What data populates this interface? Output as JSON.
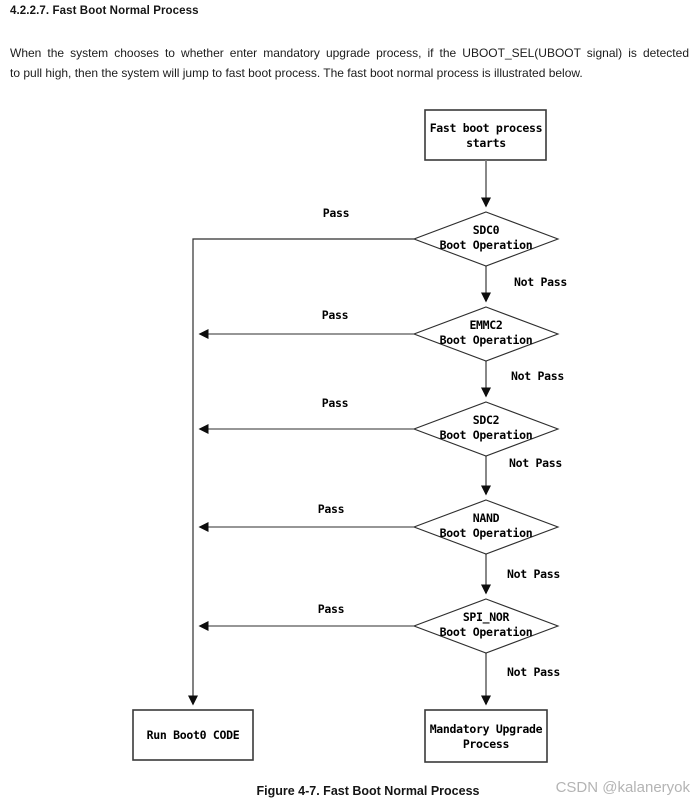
{
  "page": {
    "heading": "4.2.2.7. Fast Boot Normal Process",
    "body_line1": "When the system chooses to whether enter mandatory upgrade process, if the UBOOT_SEL(UBOOT signal) is detected",
    "body_line2": "to pull high, then the system will jump to fast boot process. The fast boot normal process is illustrated below.",
    "caption": "Figure 4-7. Fast Boot Normal Process",
    "watermark": "CSDN @kalaneryok"
  },
  "flowchart": {
    "start": {
      "line1": "Fast boot process",
      "line2": "starts"
    },
    "decisions": [
      {
        "line1": "SDC0",
        "line2": "Boot Operation"
      },
      {
        "line1": "EMMC2",
        "line2": "Boot Operation"
      },
      {
        "line1": "SDC2",
        "line2": "Boot Operation"
      },
      {
        "line1": "NAND",
        "line2": "Boot Operation"
      },
      {
        "line1": "SPI_NOR",
        "line2": "Boot Operation"
      }
    ],
    "labels": {
      "pass": "Pass",
      "not_pass": "Not Pass"
    },
    "end_left": "Run Boot0 CODE",
    "end_right": {
      "line1": "Mandatory Upgrade",
      "line2": "Process"
    },
    "colors": {
      "line": "#2e2e2e",
      "arrow_shaft": "#7a7a7a",
      "arrowhead": "#0d0d0d",
      "text": "#000000",
      "watermark": "#b4b4b4"
    }
  }
}
